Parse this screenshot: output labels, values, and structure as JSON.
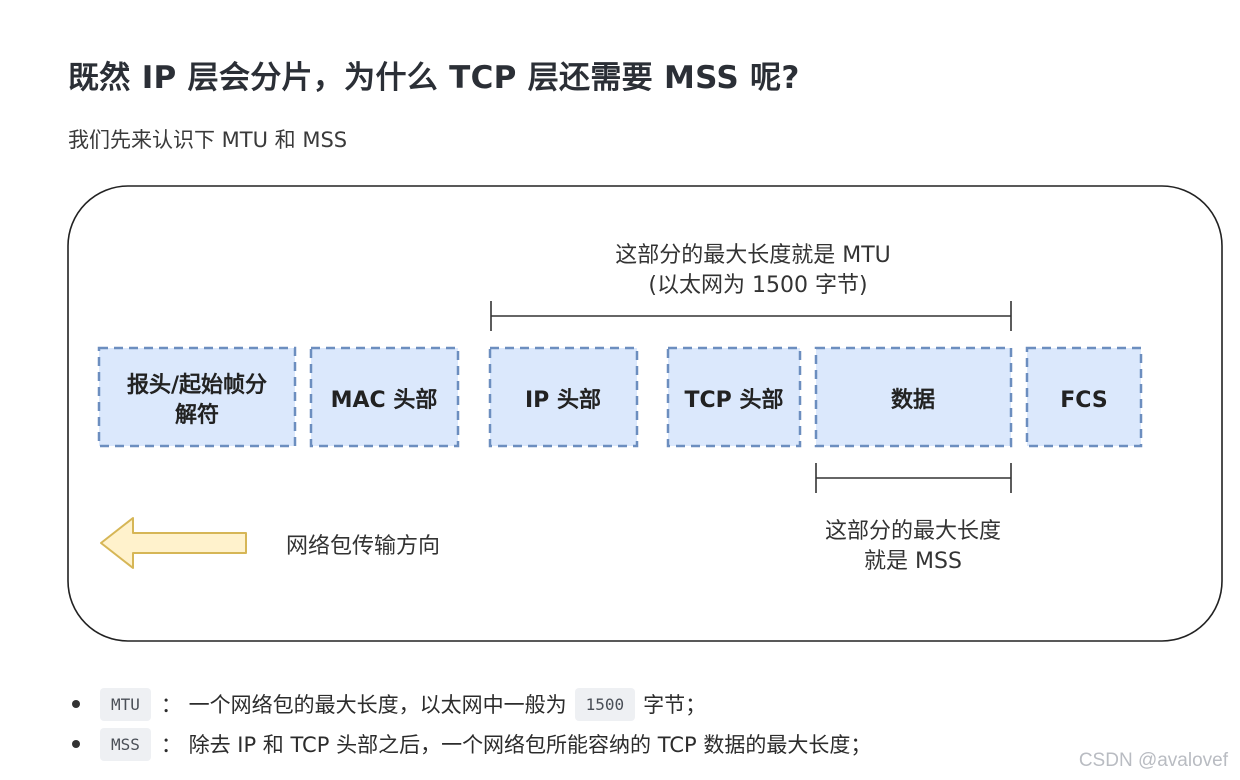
{
  "title": "既然 IP 层会分片，为什么 TCP 层还需要 MSS 呢?",
  "intro": "我们先来认识下 MTU 和 MSS",
  "diagram": {
    "mtu_caption_line1": "这部分的最大长度就是 MTU",
    "mtu_caption_line2": "(以太网为 1500 字节)",
    "frames": [
      {
        "label_line1": "报头/起始帧分",
        "label_line2": "解符"
      },
      {
        "label": "MAC 头部"
      },
      {
        "label": "IP 头部"
      },
      {
        "label": "TCP 头部"
      },
      {
        "label": "数据"
      },
      {
        "label": "FCS"
      }
    ],
    "mss_caption_line1": "这部分的最大长度",
    "mss_caption_line2": "就是 MSS",
    "direction_label": "网络包传输方向",
    "colors": {
      "frame_fill": "#dbe8fc",
      "frame_border": "#6c8ebf",
      "arrow_fill": "#fff2cc",
      "arrow_border": "#d6b656"
    }
  },
  "bullets": [
    {
      "code": "MTU",
      "text_before": "： 一个网络包的最大长度，以太网中一般为",
      "inline_code": "1500",
      "text_after": "字节；"
    },
    {
      "code": "MSS",
      "text_before": "： 除去 IP 和 TCP 头部之后，一个网络包所能容纳的 TCP 数据的最大长度；"
    }
  ],
  "watermark": "CSDN @avalovef"
}
